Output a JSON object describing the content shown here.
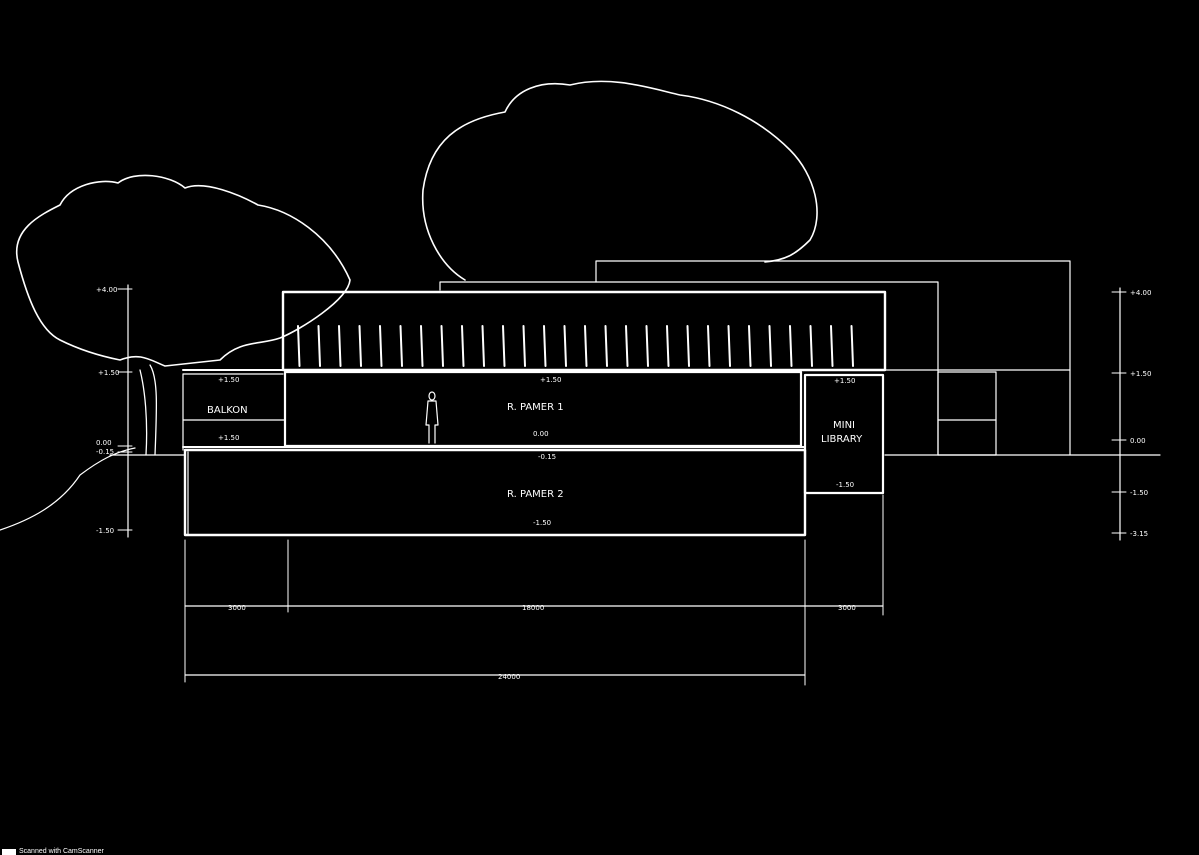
{
  "rooms": {
    "balkon": "BALKON",
    "room_upper": "R. PAMER 1",
    "room_lower": "R. PAMER 2",
    "mini_library": [
      "MINI",
      "LIBRARY"
    ]
  },
  "elevations_left": [
    "+4.00",
    "+1.50",
    "0.00",
    "-0.15",
    "-1.50"
  ],
  "elevations_right": [
    "+4.00",
    "+1.50",
    "0.00",
    "-1.50",
    "-3.15"
  ],
  "floor_marks": [
    "+1.50",
    "+1.50",
    "+1.50",
    "+1.50",
    "0.00",
    "-0.15",
    "-1.50",
    "-1.50"
  ],
  "dimensions": {
    "segments": [
      "3000",
      "18000",
      "3000"
    ],
    "total": "24000"
  },
  "footer": {
    "text": "Scanned with CamScanner"
  }
}
